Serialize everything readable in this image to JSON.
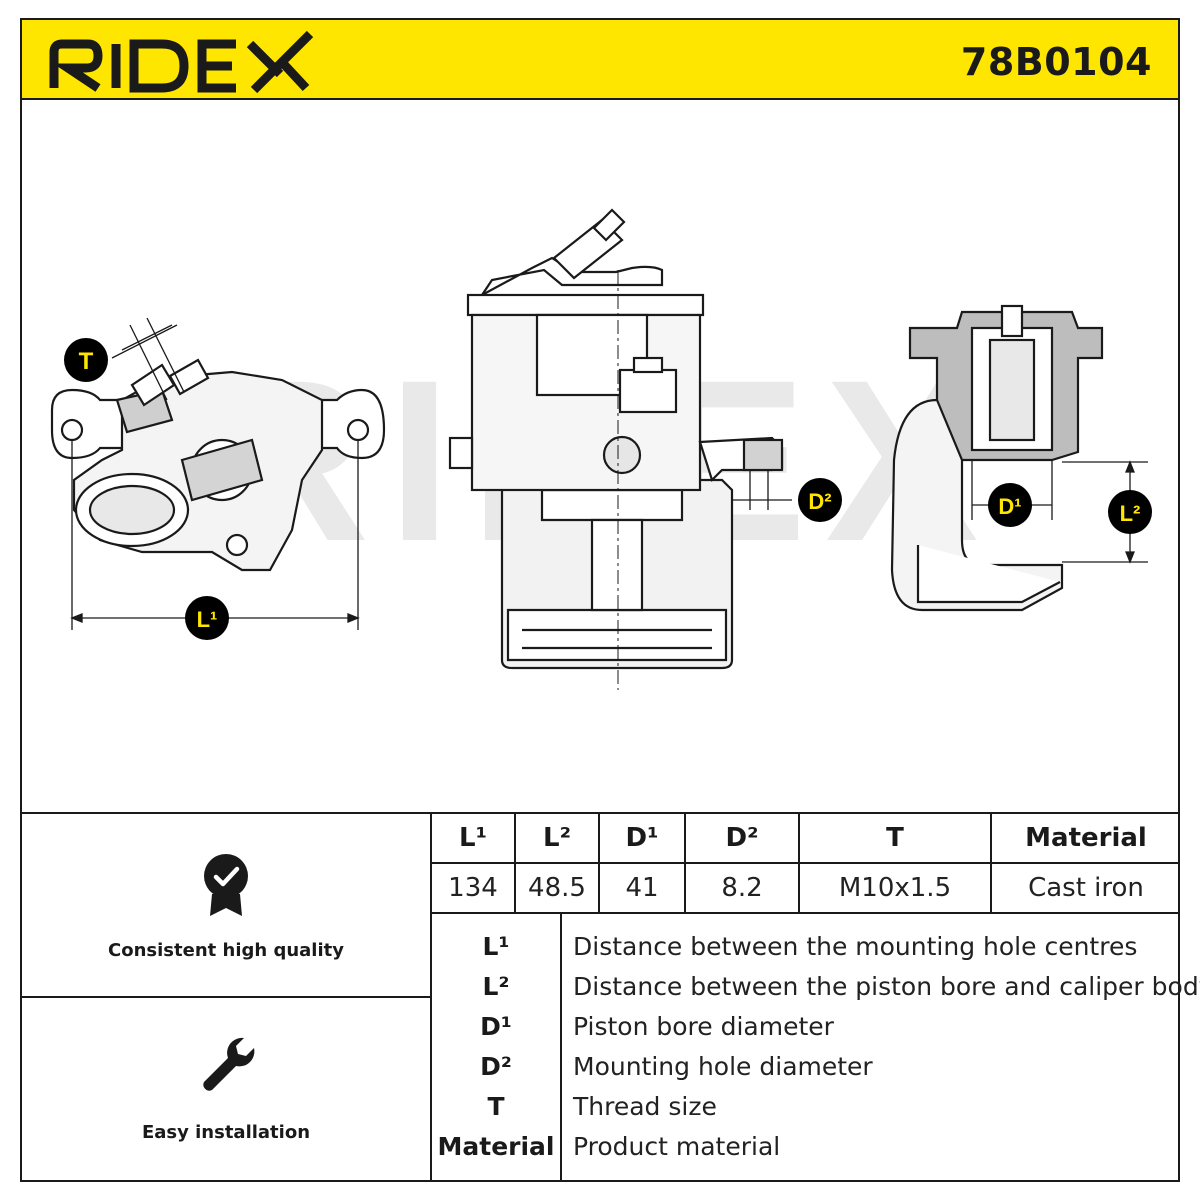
{
  "header": {
    "brand": "RIDEX",
    "part_number": "78B0104",
    "accent_color": "#ffe600"
  },
  "drawing": {
    "watermark": "RIDEX",
    "callouts": {
      "T": "T",
      "L1": "L¹",
      "L2": "L²",
      "D1": "D¹",
      "D2": "D²"
    }
  },
  "features": [
    {
      "icon": "quality-badge-icon",
      "label": "Consistent high quality"
    },
    {
      "icon": "wrench-icon",
      "label": "Easy installation"
    }
  ],
  "spec_table": {
    "headers": [
      "L¹",
      "L²",
      "D¹",
      "D²",
      "T",
      "Material"
    ],
    "values": [
      "134",
      "48.5",
      "41",
      "8.2",
      "M10x1.5",
      "Cast iron"
    ]
  },
  "legend": [
    {
      "key": "L¹",
      "description": "Distance between the mounting hole centres"
    },
    {
      "key": "L²",
      "description": "Distance between the piston bore and caliper body"
    },
    {
      "key": "D¹",
      "description": "Piston bore diameter"
    },
    {
      "key": "D²",
      "description": "Mounting hole diameter"
    },
    {
      "key": "T",
      "description": "Thread size"
    },
    {
      "key": "Material",
      "description": "Product material"
    }
  ]
}
